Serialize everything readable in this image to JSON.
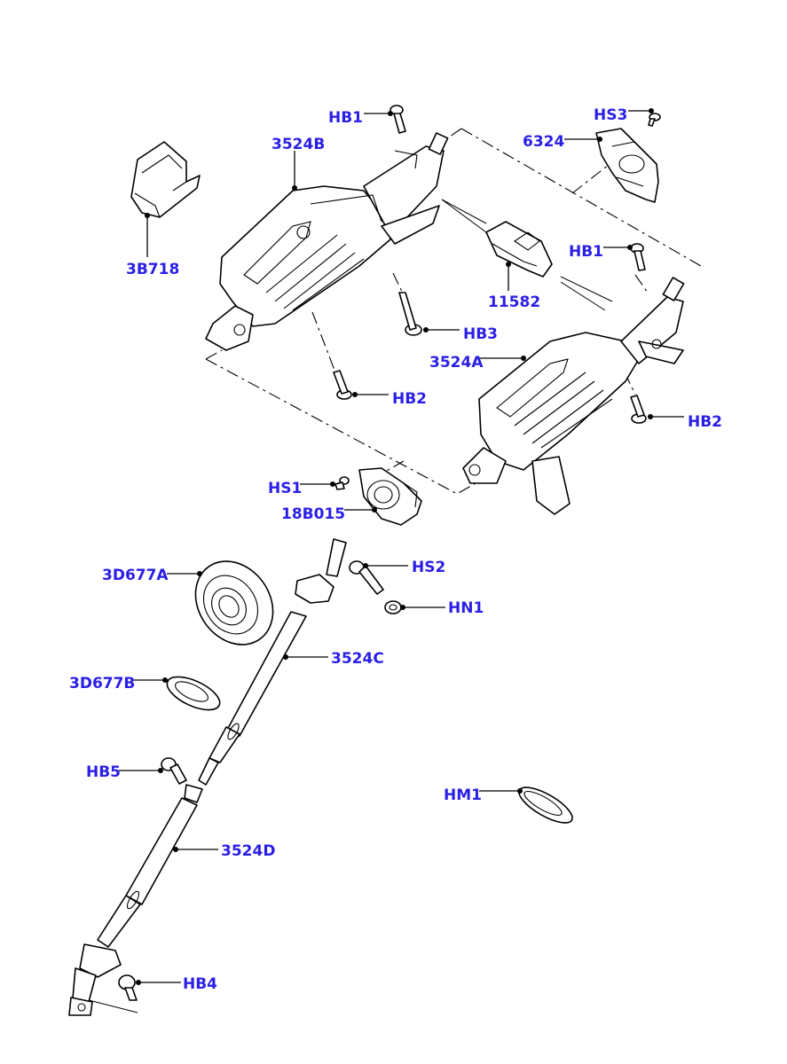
{
  "diagram": {
    "labels": {
      "hb1_top": "HB1",
      "p3524b": "3524B",
      "hs3": "HS3",
      "p6324": "6324",
      "p3b718": "3B718",
      "hb1_right": "HB1",
      "p11582": "11582",
      "hb3": "HB3",
      "p3524a": "3524A",
      "hb2_left": "HB2",
      "hb2_right": "HB2",
      "hs1": "HS1",
      "p18b015": "18B015",
      "p3d677a": "3D677A",
      "hs2": "HS2",
      "hn1": "HN1",
      "p3524c": "3524C",
      "p3d677b": "3D677B",
      "hb5": "HB5",
      "hm1": "HM1",
      "p3524d": "3524D",
      "hb4": "HB4"
    }
  }
}
